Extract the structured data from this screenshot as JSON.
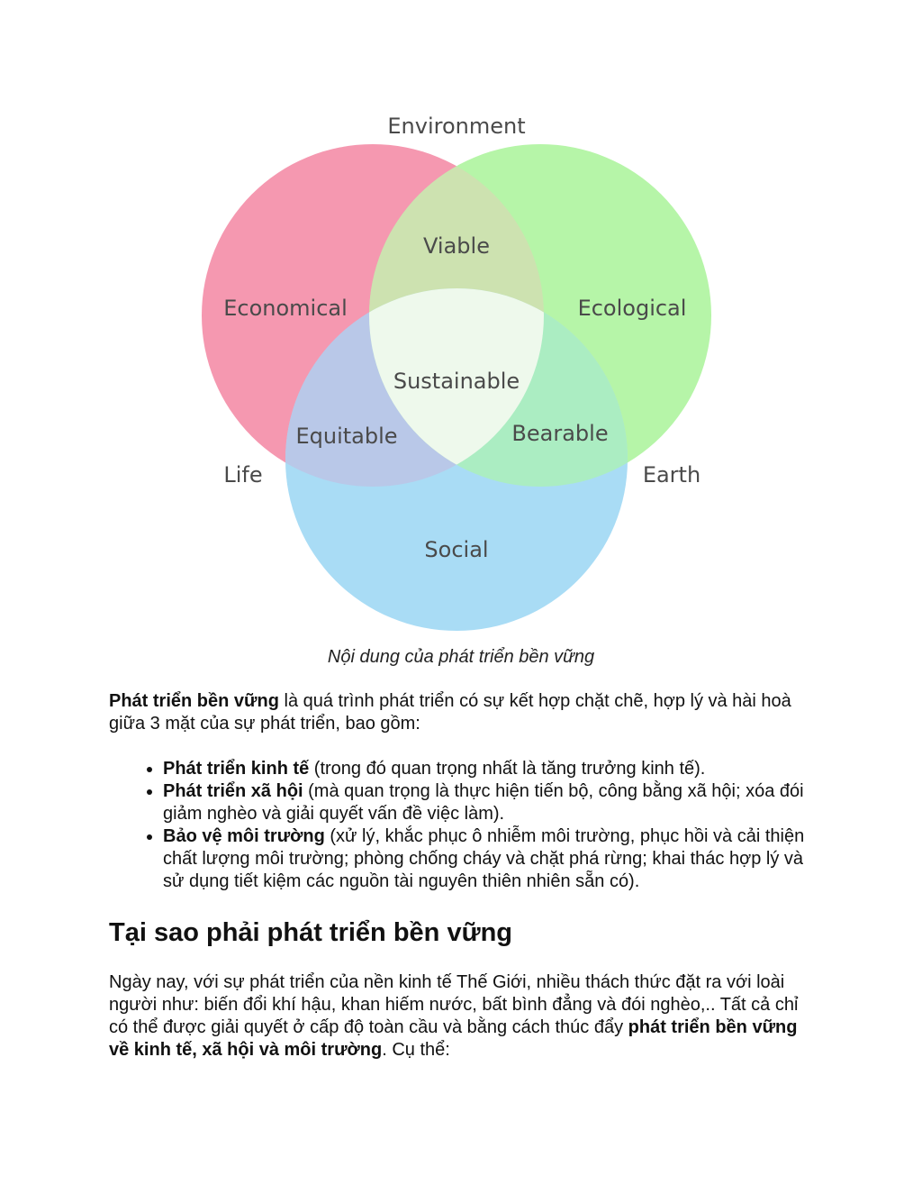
{
  "diagram": {
    "labels": {
      "environment": "Environment",
      "economical": "Economical",
      "ecological": "Ecological",
      "viable": "Viable",
      "sustainable": "Sustainable",
      "equitable": "Equitable",
      "bearable": "Bearable",
      "life": "Life",
      "earth": "Earth",
      "social": "Social"
    },
    "colors": {
      "economical_circle": "#f598b0",
      "ecological_circle": "#b6f5a8",
      "social_circle": "#a9dcf5",
      "viable_zone": "#cde2b0",
      "equitable_zone": "#b9c8e8",
      "bearable_zone": "#abedc2",
      "center_zone": "#eef9ec"
    }
  },
  "caption": "Nội dung của phát triển bền vững",
  "intro": {
    "bold": "Phát triển bền vững",
    "rest": " là quá trình phát triển có sự kết hợp chặt chẽ, hợp lý và hài hoà giữa 3 mặt của sự phát triển, bao gồm:"
  },
  "bullets": [
    {
      "bold": "Phát triển kinh tế",
      "rest": " (trong đó quan trọng nhất là tăng trưởng kinh tế)."
    },
    {
      "bold": "Phát triển xã hội",
      "rest": " (mà quan trọng là thực hiện tiến bộ, công bằng xã hội; xóa đói giảm nghèo và giải quyết vấn đề việc làm)."
    },
    {
      "bold": "Bảo vệ môi trường",
      "rest": " (xử lý, khắc phục ô nhiễm môi trường, phục hồi và cải thiện chất lượng môi trường; phòng chống cháy và chặt phá rừng; khai thác hợp lý và sử dụng tiết kiệm các nguồn tài nguyên thiên nhiên sẵn có)."
    }
  ],
  "heading": "Tại sao phải phát triển bền vững",
  "paragraph": {
    "text1": "Ngày nay, với sự phát triển của nền kinh tế Thế Giới, nhiều thách thức đặt ra với loài người như:  biến đổi khí hậu, khan hiếm nước, bất bình đẳng và đói nghèo,.. Tất cả chỉ có thể được giải quyết ở cấp độ toàn cầu và bằng cách thúc đẩy ",
    "bold": "phát triển bền vững về kinh tế, xã hội và môi trường",
    "text2": ". Cụ thể:"
  }
}
